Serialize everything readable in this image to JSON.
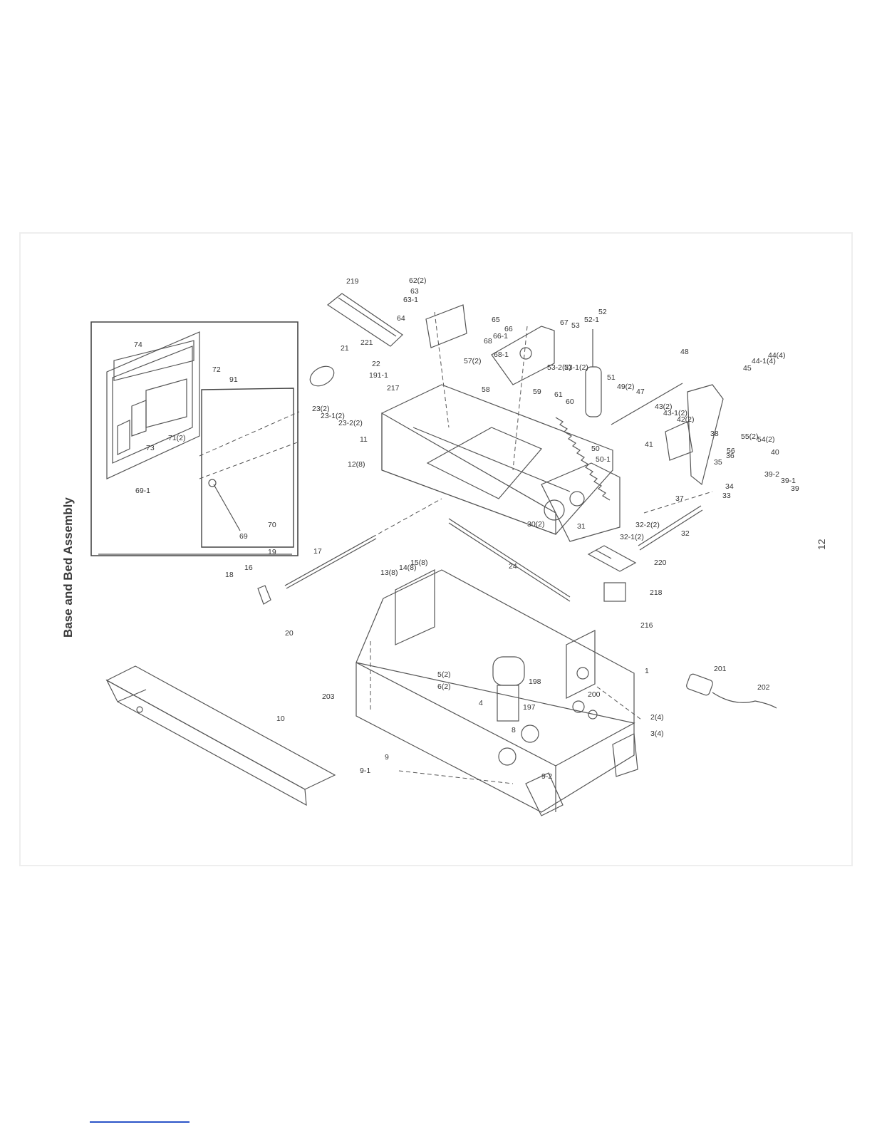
{
  "section_title": "Base and Bed Assembly",
  "page_number": "12",
  "part_labels": [
    {
      "id": "p1",
      "text": "1"
    },
    {
      "id": "p2",
      "text": "2(4)"
    },
    {
      "id": "p3",
      "text": "3(4)"
    },
    {
      "id": "p4",
      "text": "4"
    },
    {
      "id": "p5",
      "text": "5(2)"
    },
    {
      "id": "p6",
      "text": "6(2)"
    },
    {
      "id": "p8",
      "text": "8"
    },
    {
      "id": "p9",
      "text": "9"
    },
    {
      "id": "p9_1",
      "text": "9-1"
    },
    {
      "id": "p9_2",
      "text": "9-2"
    },
    {
      "id": "p10",
      "text": "10"
    },
    {
      "id": "p11",
      "text": "11"
    },
    {
      "id": "p12",
      "text": "12(8)"
    },
    {
      "id": "p13",
      "text": "13(8)"
    },
    {
      "id": "p14",
      "text": "14(8)"
    },
    {
      "id": "p15",
      "text": "15(8)"
    },
    {
      "id": "p16",
      "text": "16"
    },
    {
      "id": "p17",
      "text": "17"
    },
    {
      "id": "p18",
      "text": "18"
    },
    {
      "id": "p19",
      "text": "19"
    },
    {
      "id": "p20",
      "text": "20"
    },
    {
      "id": "p21",
      "text": "21"
    },
    {
      "id": "p22",
      "text": "22"
    },
    {
      "id": "p23",
      "text": "23(2)"
    },
    {
      "id": "p23_1",
      "text": "23-1(2)"
    },
    {
      "id": "p23_2",
      "text": "23-2(2)"
    },
    {
      "id": "p24",
      "text": "24"
    },
    {
      "id": "p30",
      "text": "30(2)"
    },
    {
      "id": "p31",
      "text": "31"
    },
    {
      "id": "p32",
      "text": "32"
    },
    {
      "id": "p32_1",
      "text": "32-1(2)"
    },
    {
      "id": "p32_2",
      "text": "32-2(2)"
    },
    {
      "id": "p33",
      "text": "33"
    },
    {
      "id": "p34",
      "text": "34"
    },
    {
      "id": "p35",
      "text": "35"
    },
    {
      "id": "p36",
      "text": "36"
    },
    {
      "id": "p37",
      "text": "37"
    },
    {
      "id": "p38",
      "text": "38"
    },
    {
      "id": "p39",
      "text": "39"
    },
    {
      "id": "p39_1",
      "text": "39-1"
    },
    {
      "id": "p39_2",
      "text": "39-2"
    },
    {
      "id": "p40",
      "text": "40"
    },
    {
      "id": "p41",
      "text": "41"
    },
    {
      "id": "p42",
      "text": "42(2)"
    },
    {
      "id": "p43",
      "text": "43(2)"
    },
    {
      "id": "p43_1",
      "text": "43-1(2)"
    },
    {
      "id": "p44",
      "text": "44(4)"
    },
    {
      "id": "p44_1",
      "text": "44-1(4)"
    },
    {
      "id": "p45",
      "text": "45"
    },
    {
      "id": "p47",
      "text": "47"
    },
    {
      "id": "p48",
      "text": "48"
    },
    {
      "id": "p49",
      "text": "49(2)"
    },
    {
      "id": "p50",
      "text": "50"
    },
    {
      "id": "p50_1",
      "text": "50-1"
    },
    {
      "id": "p51",
      "text": "51"
    },
    {
      "id": "p52",
      "text": "52"
    },
    {
      "id": "p52_1",
      "text": "52-1"
    },
    {
      "id": "p53",
      "text": "53"
    },
    {
      "id": "p53_1",
      "text": "53-1(2)"
    },
    {
      "id": "p53_2",
      "text": "53-2(2)"
    },
    {
      "id": "p54",
      "text": "54(2)"
    },
    {
      "id": "p55",
      "text": "55(2)"
    },
    {
      "id": "p56",
      "text": "56"
    },
    {
      "id": "p57",
      "text": "57(2)"
    },
    {
      "id": "p58",
      "text": "58"
    },
    {
      "id": "p59",
      "text": "59"
    },
    {
      "id": "p60",
      "text": "60"
    },
    {
      "id": "p61",
      "text": "61"
    },
    {
      "id": "p62",
      "text": "62(2)"
    },
    {
      "id": "p63",
      "text": "63"
    },
    {
      "id": "p63_1",
      "text": "63-1"
    },
    {
      "id": "p64",
      "text": "64"
    },
    {
      "id": "p65",
      "text": "65"
    },
    {
      "id": "p66",
      "text": "66"
    },
    {
      "id": "p66_1",
      "text": "66-1"
    },
    {
      "id": "p67",
      "text": "67"
    },
    {
      "id": "p68",
      "text": "68"
    },
    {
      "id": "p68_1",
      "text": "68-1"
    },
    {
      "id": "p69",
      "text": "69"
    },
    {
      "id": "p69_1",
      "text": "69-1"
    },
    {
      "id": "p70",
      "text": "70"
    },
    {
      "id": "p71",
      "text": "71(2)"
    },
    {
      "id": "p72",
      "text": "72"
    },
    {
      "id": "p73",
      "text": "73"
    },
    {
      "id": "p74",
      "text": "74"
    },
    {
      "id": "p91",
      "text": "91"
    },
    {
      "id": "p191_1",
      "text": "191-1"
    },
    {
      "id": "p197",
      "text": "197"
    },
    {
      "id": "p198",
      "text": "198"
    },
    {
      "id": "p200",
      "text": "200"
    },
    {
      "id": "p201",
      "text": "201"
    },
    {
      "id": "p202",
      "text": "202"
    },
    {
      "id": "p203",
      "text": "203"
    },
    {
      "id": "p216",
      "text": "216"
    },
    {
      "id": "p217",
      "text": "217"
    },
    {
      "id": "p218",
      "text": "218"
    },
    {
      "id": "p219",
      "text": "219"
    },
    {
      "id": "p220",
      "text": "220"
    },
    {
      "id": "p221",
      "text": "221"
    }
  ]
}
